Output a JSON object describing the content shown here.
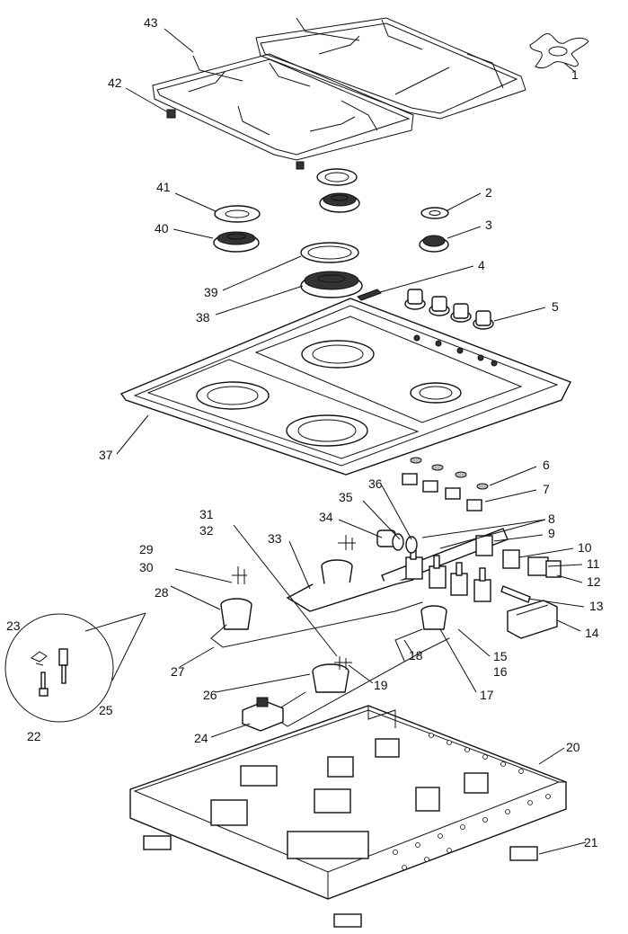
{
  "diagram": {
    "title": "",
    "callouts": [
      {
        "id": "c1",
        "text": "1"
      },
      {
        "id": "c2",
        "text": "2"
      },
      {
        "id": "c3",
        "text": "3"
      },
      {
        "id": "c4",
        "text": "4"
      },
      {
        "id": "c5",
        "text": "5"
      },
      {
        "id": "c6",
        "text": "6"
      },
      {
        "id": "c7",
        "text": "7"
      },
      {
        "id": "c8",
        "text": "8"
      },
      {
        "id": "c9",
        "text": "9"
      },
      {
        "id": "c10",
        "text": "10"
      },
      {
        "id": "c11",
        "text": "11"
      },
      {
        "id": "c12",
        "text": "12"
      },
      {
        "id": "c13",
        "text": "13"
      },
      {
        "id": "c14",
        "text": "14"
      },
      {
        "id": "c15",
        "text": "15"
      },
      {
        "id": "c16",
        "text": "16"
      },
      {
        "id": "c17",
        "text": "17"
      },
      {
        "id": "c18",
        "text": "18"
      },
      {
        "id": "c19",
        "text": "19"
      },
      {
        "id": "c20",
        "text": "20"
      },
      {
        "id": "c21",
        "text": "21"
      },
      {
        "id": "c22",
        "text": "22"
      },
      {
        "id": "c23",
        "text": "23"
      },
      {
        "id": "c24",
        "text": "24"
      },
      {
        "id": "c25",
        "text": "25"
      },
      {
        "id": "c26",
        "text": "26"
      },
      {
        "id": "c27",
        "text": "27"
      },
      {
        "id": "c28",
        "text": "28"
      },
      {
        "id": "c29",
        "text": "29"
      },
      {
        "id": "c30",
        "text": "30"
      },
      {
        "id": "c31",
        "text": "31"
      },
      {
        "id": "c32",
        "text": "32"
      },
      {
        "id": "c33",
        "text": "33"
      },
      {
        "id": "c34",
        "text": "34"
      },
      {
        "id": "c35",
        "text": "35"
      },
      {
        "id": "c36",
        "text": "36"
      },
      {
        "id": "c37",
        "text": "37"
      },
      {
        "id": "c38",
        "text": "38"
      },
      {
        "id": "c39",
        "text": "39"
      },
      {
        "id": "c40",
        "text": "40"
      },
      {
        "id": "c41",
        "text": "41"
      },
      {
        "id": "c42",
        "text": "42"
      },
      {
        "id": "c43",
        "text": "43"
      }
    ]
  }
}
